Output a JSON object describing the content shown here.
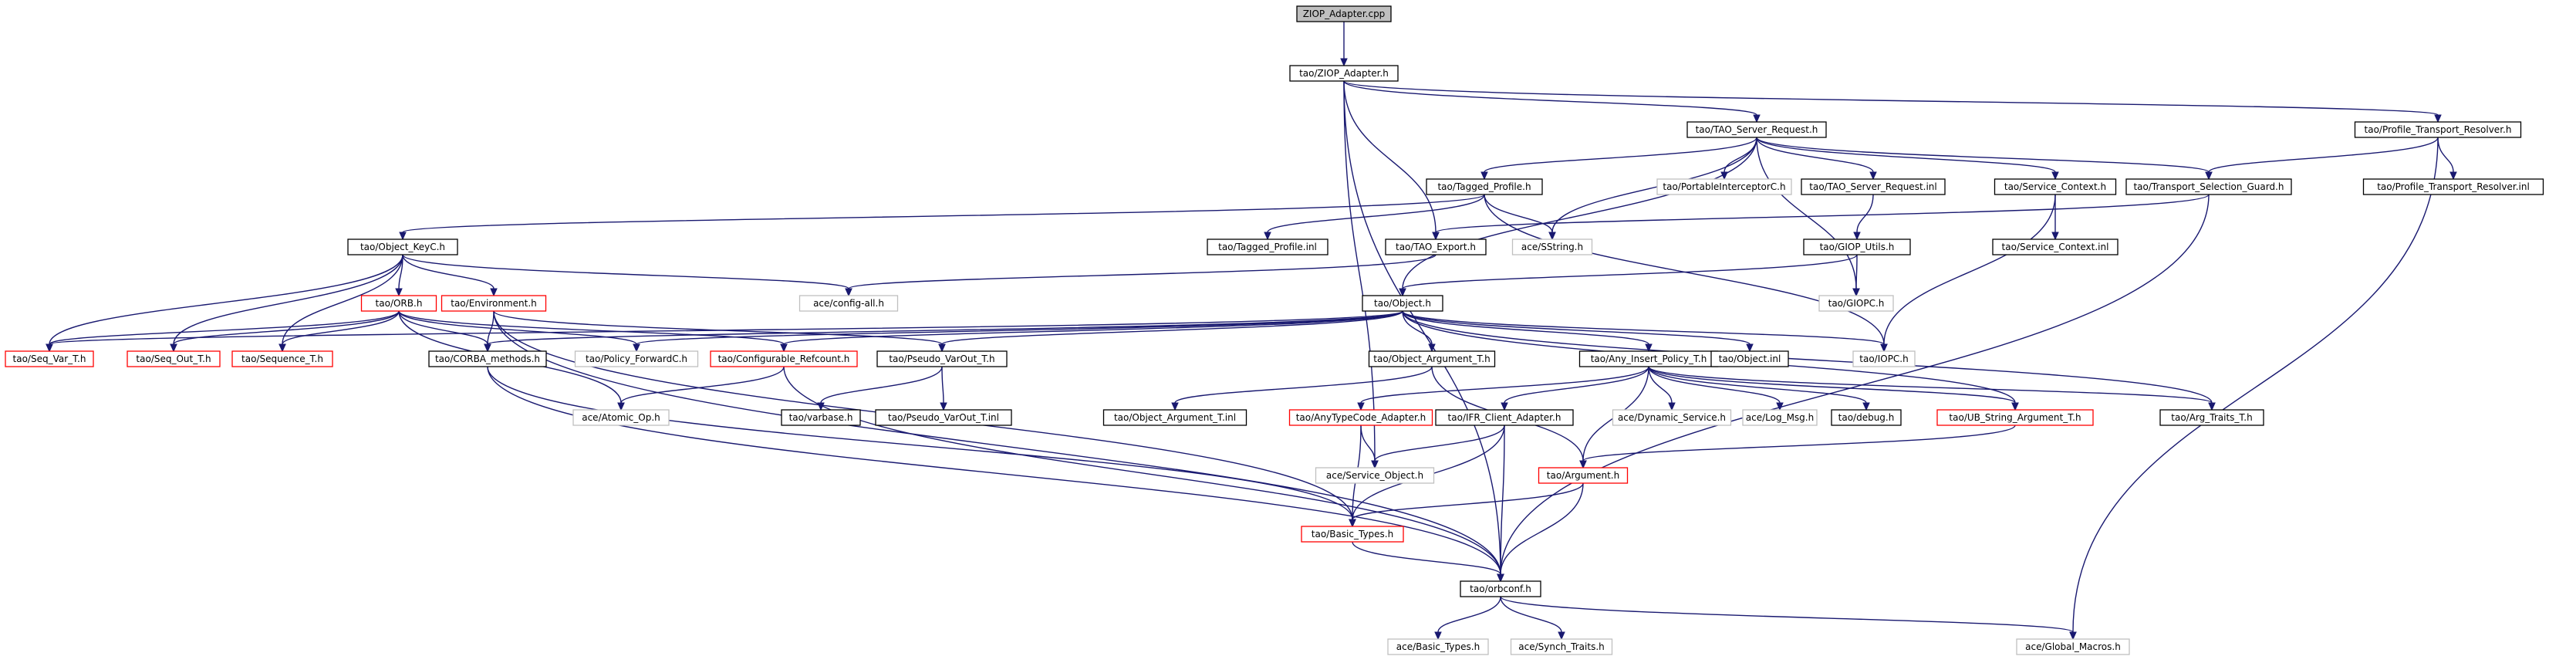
{
  "graph": {
    "nodes": [
      {
        "id": "root",
        "label": "ZIOP_Adapter.cpp",
        "style": "root"
      },
      {
        "id": "ziop",
        "label": "tao/ZIOP_Adapter.h",
        "style": "black"
      },
      {
        "id": "tsr",
        "label": "tao/TAO_Server_Request.h",
        "style": "black"
      },
      {
        "id": "ptr",
        "label": "tao/Profile_Transport_Resolver.h",
        "style": "black"
      },
      {
        "id": "tp",
        "label": "tao/Tagged_Profile.h",
        "style": "black"
      },
      {
        "id": "pic",
        "label": "tao/PortableInterceptorC.h",
        "style": "grey"
      },
      {
        "id": "tsri",
        "label": "tao/TAO_Server_Request.inl",
        "style": "black"
      },
      {
        "id": "sc",
        "label": "tao/Service_Context.h",
        "style": "black"
      },
      {
        "id": "tsg",
        "label": "tao/Transport_Selection_Guard.h",
        "style": "black"
      },
      {
        "id": "ptri",
        "label": "tao/Profile_Transport_Resolver.inl",
        "style": "black"
      },
      {
        "id": "okc",
        "label": "tao/Object_KeyC.h",
        "style": "black"
      },
      {
        "id": "tpi",
        "label": "tao/Tagged_Profile.inl",
        "style": "black"
      },
      {
        "id": "te",
        "label": "tao/TAO_Export.h",
        "style": "black"
      },
      {
        "id": "ss",
        "label": "ace/SString.h",
        "style": "grey"
      },
      {
        "id": "giu",
        "label": "tao/GIOP_Utils.h",
        "style": "black"
      },
      {
        "id": "sci",
        "label": "tao/Service_Context.inl",
        "style": "black"
      },
      {
        "id": "orb",
        "label": "tao/ORB.h",
        "style": "red"
      },
      {
        "id": "env",
        "label": "tao/Environment.h",
        "style": "red"
      },
      {
        "id": "cfg",
        "label": "ace/config-all.h",
        "style": "grey"
      },
      {
        "id": "obj",
        "label": "tao/Object.h",
        "style": "black"
      },
      {
        "id": "giopc",
        "label": "tao/GIOPC.h",
        "style": "grey"
      },
      {
        "id": "svt",
        "label": "tao/Seq_Var_T.h",
        "style": "red"
      },
      {
        "id": "sot",
        "label": "tao/Seq_Out_T.h",
        "style": "red"
      },
      {
        "id": "seqt",
        "label": "tao/Sequence_T.h",
        "style": "red"
      },
      {
        "id": "cm",
        "label": "tao/CORBA_methods.h",
        "style": "black"
      },
      {
        "id": "pfc",
        "label": "tao/Policy_ForwardC.h",
        "style": "grey"
      },
      {
        "id": "cr",
        "label": "tao/Configurable_Refcount.h",
        "style": "red"
      },
      {
        "id": "pvo",
        "label": "tao/Pseudo_VarOut_T.h",
        "style": "black"
      },
      {
        "id": "oat",
        "label": "tao/Object_Argument_T.h",
        "style": "black"
      },
      {
        "id": "aip",
        "label": "tao/Any_Insert_Policy_T.h",
        "style": "black"
      },
      {
        "id": "oinl",
        "label": "tao/Object.inl",
        "style": "black"
      },
      {
        "id": "iopc",
        "label": "tao/IOPC.h",
        "style": "grey"
      },
      {
        "id": "aop",
        "label": "ace/Atomic_Op.h",
        "style": "grey"
      },
      {
        "id": "vb",
        "label": "tao/varbase.h",
        "style": "black"
      },
      {
        "id": "pvoi",
        "label": "tao/Pseudo_VarOut_T.inl",
        "style": "black"
      },
      {
        "id": "oati",
        "label": "tao/Object_Argument_T.inl",
        "style": "black"
      },
      {
        "id": "atca",
        "label": "tao/AnyTypeCode_Adapter.h",
        "style": "red"
      },
      {
        "id": "ifr",
        "label": "tao/IFR_Client_Adapter.h",
        "style": "black"
      },
      {
        "id": "ds",
        "label": "ace/Dynamic_Service.h",
        "style": "grey"
      },
      {
        "id": "lm",
        "label": "ace/Log_Msg.h",
        "style": "grey"
      },
      {
        "id": "dbg",
        "label": "tao/debug.h",
        "style": "black"
      },
      {
        "id": "ubs",
        "label": "tao/UB_String_Argument_T.h",
        "style": "red"
      },
      {
        "id": "att",
        "label": "tao/Arg_Traits_T.h",
        "style": "black"
      },
      {
        "id": "so",
        "label": "ace/Service_Object.h",
        "style": "grey"
      },
      {
        "id": "arg",
        "label": "tao/Argument.h",
        "style": "red"
      },
      {
        "id": "bt",
        "label": "tao/Basic_Types.h",
        "style": "red"
      },
      {
        "id": "oc",
        "label": "tao/orbconf.h",
        "style": "black"
      },
      {
        "id": "abt",
        "label": "ace/Basic_Types.h",
        "style": "grey"
      },
      {
        "id": "st",
        "label": "ace/Synch_Traits.h",
        "style": "grey"
      },
      {
        "id": "gm",
        "label": "ace/Global_Macros.h",
        "style": "grey"
      }
    ],
    "edges": [
      [
        "root",
        "ziop"
      ],
      [
        "ziop",
        "tsr"
      ],
      [
        "ziop",
        "ptr"
      ],
      [
        "ziop",
        "te"
      ],
      [
        "ziop",
        "so"
      ],
      [
        "ziop",
        "oc"
      ],
      [
        "tsr",
        "tp"
      ],
      [
        "tsr",
        "pic"
      ],
      [
        "tsr",
        "tsri"
      ],
      [
        "tsr",
        "sc"
      ],
      [
        "tsr",
        "tsg"
      ],
      [
        "tsr",
        "ss"
      ],
      [
        "tsr",
        "obj"
      ],
      [
        "tsr",
        "giopc"
      ],
      [
        "ptr",
        "tsg"
      ],
      [
        "ptr",
        "ptri"
      ],
      [
        "ptr",
        "gm"
      ],
      [
        "tp",
        "okc"
      ],
      [
        "tp",
        "tpi"
      ],
      [
        "tp",
        "ss"
      ],
      [
        "tp",
        "iopc"
      ],
      [
        "tsri",
        "giu"
      ],
      [
        "sc",
        "sci"
      ],
      [
        "sc",
        "iopc"
      ],
      [
        "tsg",
        "te"
      ],
      [
        "tsg",
        "oc"
      ],
      [
        "okc",
        "orb"
      ],
      [
        "okc",
        "env"
      ],
      [
        "okc",
        "cfg"
      ],
      [
        "okc",
        "svt"
      ],
      [
        "okc",
        "sot"
      ],
      [
        "okc",
        "seqt"
      ],
      [
        "te",
        "cfg"
      ],
      [
        "giu",
        "obj"
      ],
      [
        "giu",
        "giopc"
      ],
      [
        "orb",
        "svt"
      ],
      [
        "orb",
        "sot"
      ],
      [
        "orb",
        "seqt"
      ],
      [
        "orb",
        "cm"
      ],
      [
        "orb",
        "pfc"
      ],
      [
        "orb",
        "aop"
      ],
      [
        "orb",
        "cr"
      ],
      [
        "env",
        "cm"
      ],
      [
        "env",
        "pvo"
      ],
      [
        "env",
        "oc"
      ],
      [
        "env",
        "bt"
      ],
      [
        "obj",
        "cm"
      ],
      [
        "obj",
        "pfc"
      ],
      [
        "obj",
        "cr"
      ],
      [
        "obj",
        "pvo"
      ],
      [
        "obj",
        "oat"
      ],
      [
        "obj",
        "aip"
      ],
      [
        "obj",
        "oinl"
      ],
      [
        "obj",
        "iopc"
      ],
      [
        "obj",
        "svt"
      ],
      [
        "obj",
        "att"
      ],
      [
        "obj",
        "ubs"
      ],
      [
        "cm",
        "bt"
      ],
      [
        "cm",
        "oc"
      ],
      [
        "cr",
        "aop"
      ],
      [
        "cr",
        "oc"
      ],
      [
        "pvo",
        "vb"
      ],
      [
        "pvo",
        "pvoi"
      ],
      [
        "oat",
        "oati"
      ],
      [
        "oat",
        "arg"
      ],
      [
        "aip",
        "atca"
      ],
      [
        "aip",
        "ifr"
      ],
      [
        "aip",
        "ds"
      ],
      [
        "aip",
        "lm"
      ],
      [
        "aip",
        "dbg"
      ],
      [
        "aip",
        "ubs"
      ],
      [
        "aip",
        "att"
      ],
      [
        "aip",
        "arg"
      ],
      [
        "atca",
        "so"
      ],
      [
        "atca",
        "bt"
      ],
      [
        "ifr",
        "so"
      ],
      [
        "ifr",
        "bt"
      ],
      [
        "ifr",
        "oc"
      ],
      [
        "ubs",
        "arg"
      ],
      [
        "arg",
        "bt"
      ],
      [
        "arg",
        "oc"
      ],
      [
        "bt",
        "oc"
      ],
      [
        "oc",
        "abt"
      ],
      [
        "oc",
        "st"
      ],
      [
        "oc",
        "gm"
      ]
    ]
  }
}
